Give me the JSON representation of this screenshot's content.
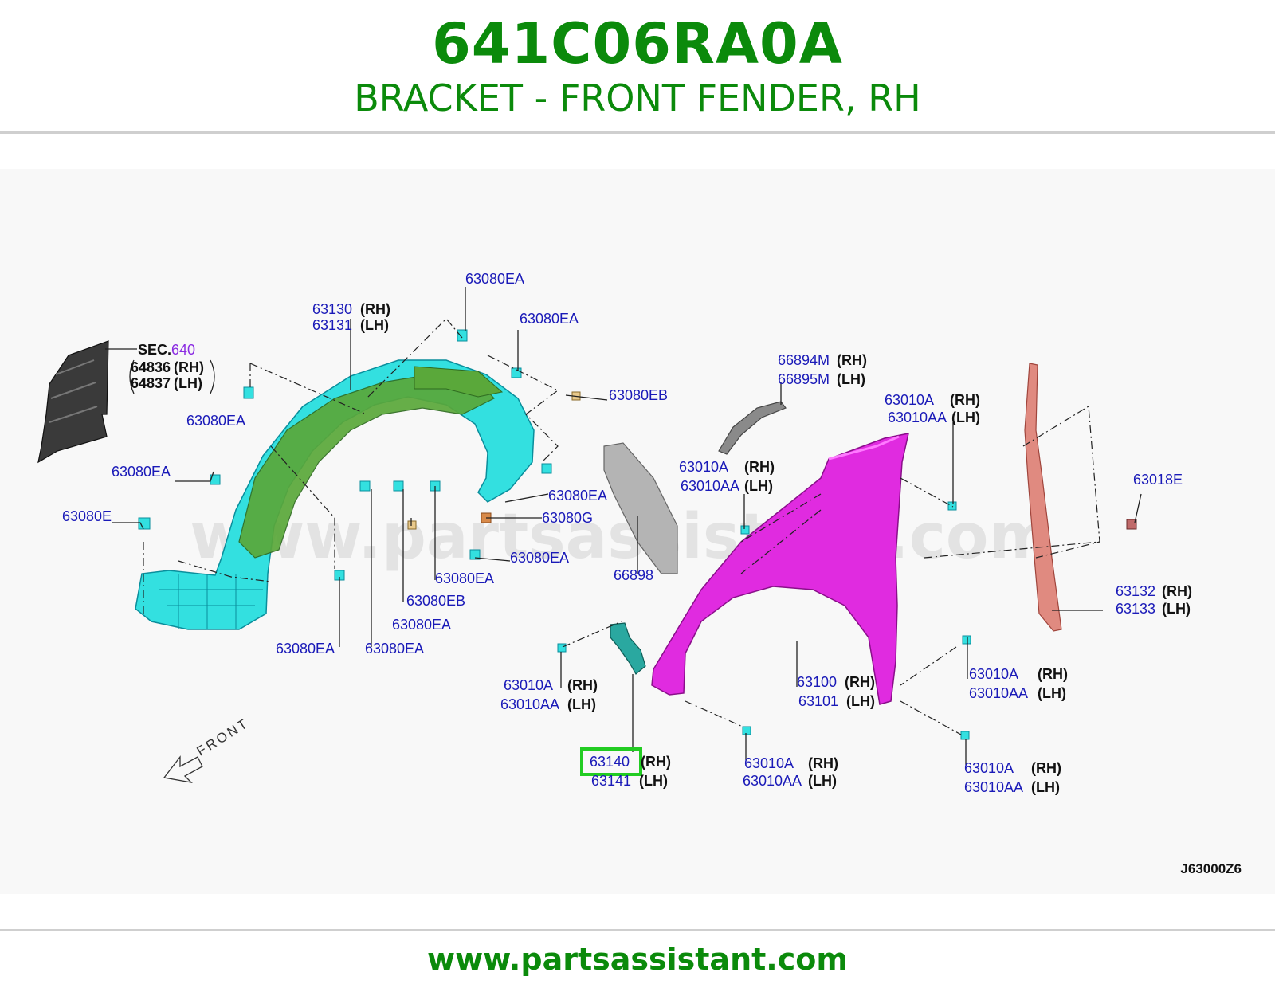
{
  "header": {
    "part_number": "641C06RA0A",
    "part_name": "BRACKET - FRONT FENDER, RH"
  },
  "footer": {
    "url": "www.partsassistant.com"
  },
  "diagram": {
    "watermark": "www.partsassistant.com",
    "front_label": "FRONT",
    "figure_code": "J63000Z6",
    "highlight_color": "#22cc22",
    "colors": {
      "liner": "#33e0e0",
      "liner_green": "#5aa83a",
      "fender": "#e02be0",
      "seal": "#e08a80",
      "shield": "#3a3a3a",
      "label": "#1a1ab8"
    },
    "sec": {
      "prefix": "SEC.",
      "number": "640"
    },
    "labels": {
      "p64836": "64836",
      "p64837": "64837",
      "p63130": "63130",
      "p63131": "63131",
      "p63080EA_top": "63080EA",
      "p63080EA_top2": "63080EA",
      "p63080EB_top": "63080EB",
      "p63080EA_l1": "63080EA",
      "p63080EA_l2": "63080EA",
      "p63080E": "63080E",
      "p63080EA_r1": "63080EA",
      "p63080G": "63080G",
      "p63080EA_r2": "63080EA",
      "p63080EA_c1": "63080EA",
      "p63080EB_c": "63080EB",
      "p63080EA_c2": "63080EA",
      "p63080EA_b1": "63080EA",
      "p63080EA_b2": "63080EA",
      "p66898": "66898",
      "p66894M": "66894M",
      "p66895M": "66895M",
      "p63010A_1": "63010A",
      "p63010AA_1": "63010AA",
      "p63010A_2": "63010A",
      "p63010AA_2": "63010AA",
      "p63018E": "63018E",
      "p63132": "63132",
      "p63133": "63133",
      "p63010A_3": "63010A",
      "p63010AA_3": "63010AA",
      "p63100": "63100",
      "p63101": "63101",
      "p63010A_4": "63010A",
      "p63010AA_4": "63010AA",
      "p63140": "63140",
      "p63141": "63141",
      "p63010A_5": "63010A",
      "p63010AA_5": "63010AA",
      "p63010A_6": "63010A",
      "p63010AA_6": "63010AA",
      "rh": "(RH)",
      "lh": "(LH)"
    }
  }
}
